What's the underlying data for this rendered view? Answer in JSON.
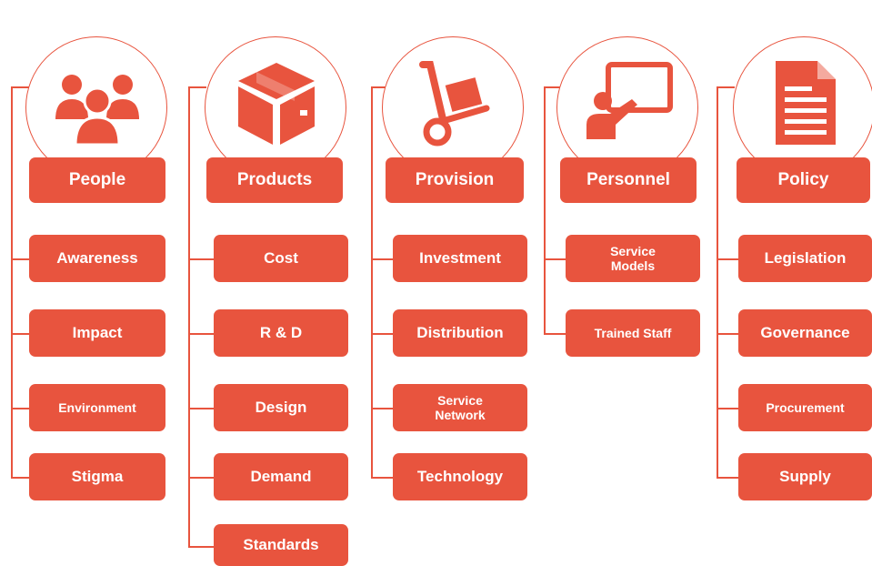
{
  "colors": {
    "accent": "#e8543e"
  },
  "columns": [
    {
      "title": "People",
      "icon": "people-icon",
      "items": [
        "Awareness",
        "Impact",
        "Environment",
        "Stigma"
      ]
    },
    {
      "title": "Products",
      "icon": "box-icon",
      "items": [
        "Cost",
        "R & D",
        "Design",
        "Demand",
        "Standards"
      ]
    },
    {
      "title": "Provision",
      "icon": "hand-truck-icon",
      "items": [
        "Investment",
        "Distribution",
        "Service Network",
        "Technology"
      ]
    },
    {
      "title": "Personnel",
      "icon": "presentation-icon",
      "items": [
        "Service Models",
        "Trained Staff"
      ]
    },
    {
      "title": "Policy",
      "icon": "document-icon",
      "items": [
        "Legislation",
        "Governance",
        "Procurement",
        "Supply"
      ]
    }
  ]
}
